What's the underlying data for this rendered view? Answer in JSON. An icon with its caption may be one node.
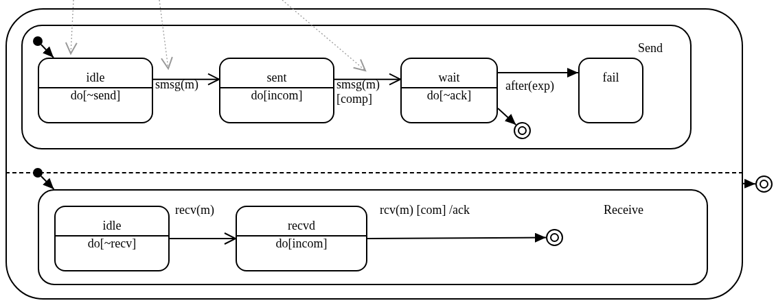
{
  "diagram": {
    "nodes": [
      {
        "text": [],
        "shape": "box"
      },
      {
        "text": [
          "Send"
        ],
        "in": 0
      },
      {
        "text": [],
        "shape": "circle",
        "in": 1
      },
      {
        "text": [
          "idle",
          "do[~send]"
        ],
        "in": 1
      },
      {
        "text": [
          "sent",
          "do[incom]"
        ],
        "in": 1
      },
      {
        "text": [
          "wait",
          "do[~ack]"
        ],
        "in": 1
      },
      {
        "text": [
          "fail"
        ],
        "in": 1
      },
      {
        "text": [],
        "shape": "circle",
        "in": 1
      },
      {
        "text": [],
        "shape": "circle",
        "in": 0
      },
      {
        "text": [
          "Receive"
        ],
        "in": 0
      },
      {
        "text": [
          "idle",
          "do[~recv]"
        ],
        "in": 9
      },
      {
        "text": [
          "recvd",
          "do[incom]"
        ],
        "in": 9
      },
      {
        "text": [],
        "shape": "circle",
        "in": 9
      },
      {
        "text": [],
        "shape": "circle"
      }
    ],
    "edges": [
      {
        "from": 2,
        "to": 3,
        "arrow": "to"
      },
      {
        "from": 3,
        "to": 4,
        "arrow": "to",
        "label": "smsg(m)"
      },
      {
        "from": 4,
        "to": 5,
        "arrow": "to",
        "label": "smsg(m) [comp]"
      },
      {
        "from": 5,
        "to": 6,
        "arrow": "to",
        "label": "after(exp)"
      },
      {
        "from": 5,
        "to": 7,
        "arrow": "to"
      },
      {
        "from": 8,
        "to": 9,
        "arrow": "to"
      },
      {
        "from": 10,
        "to": 11,
        "arrow": "to",
        "label": "recv(m)"
      },
      {
        "from": 11,
        "to": 12,
        "arrow": "to",
        "label": "rcv(m) [com] /ack"
      },
      {
        "from": 0,
        "to": 13,
        "arrow": "to"
      },
      {
        "from": null,
        "to": 3,
        "arrow": "to",
        "style": "dashed",
        "color": "#999999"
      },
      {
        "from": null,
        "to": 3,
        "arrow": "to",
        "style": "dashed",
        "color": "#999999"
      },
      {
        "from": null,
        "to": 5,
        "arrow": "to",
        "style": "dashed",
        "color": "#999999"
      }
    ]
  }
}
